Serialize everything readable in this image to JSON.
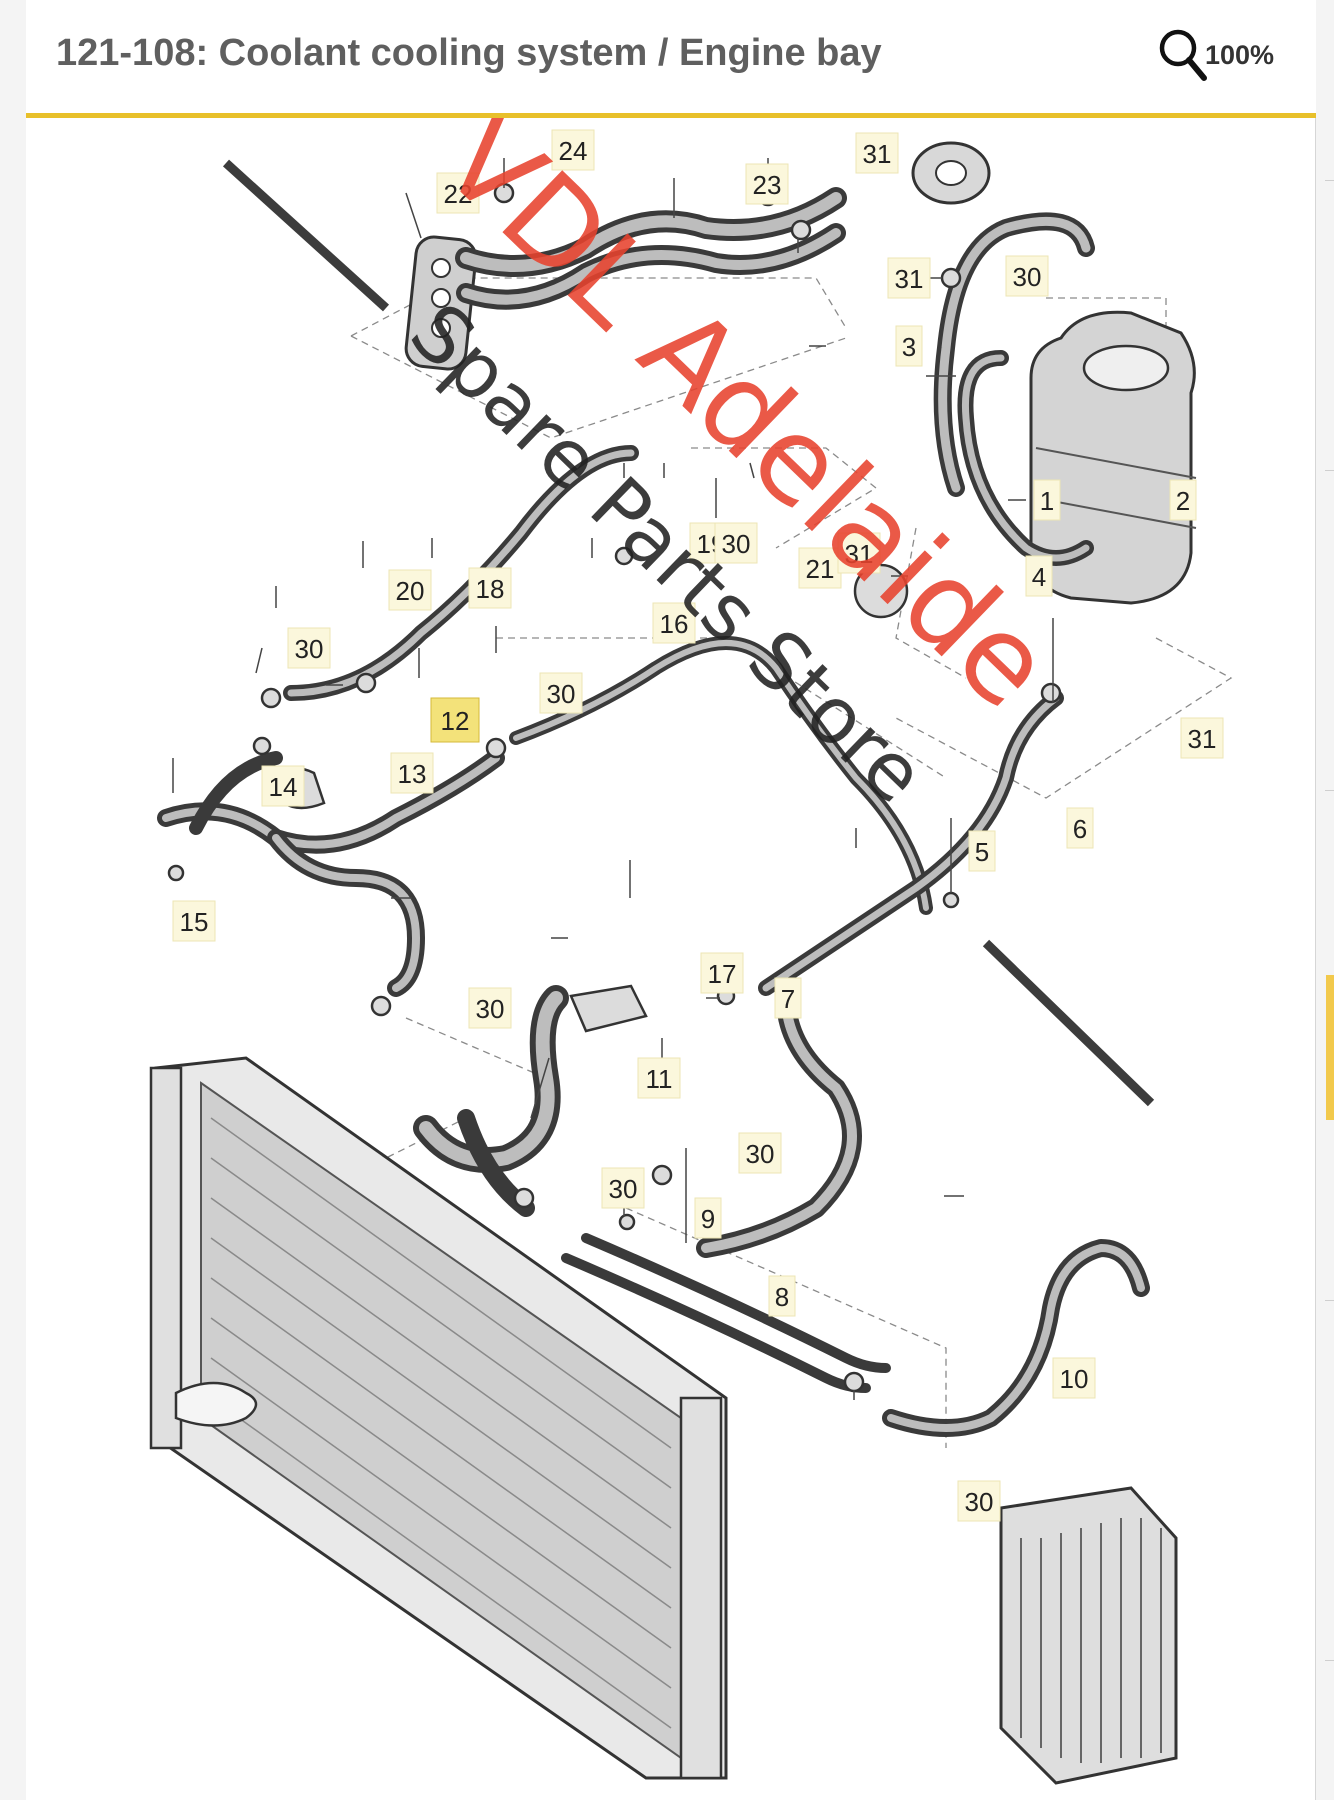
{
  "header": {
    "title": "121-108: Coolant cooling system / Engine bay",
    "zoom_label": "100%"
  },
  "callouts": {
    "c1": "1",
    "c2": "2",
    "c3": "3",
    "c4": "4",
    "c5": "5",
    "c6": "6",
    "c7": "7",
    "c8": "8",
    "c9": "9",
    "c10": "10",
    "c11": "11",
    "c12": "12",
    "c13": "13",
    "c14": "14",
    "c15": "15",
    "c16": "16",
    "c17": "17",
    "c18": "18",
    "c19": "19",
    "c20": "20",
    "c21": "21",
    "c22": "22",
    "c23": "23",
    "c24": "24",
    "c30a": "30",
    "c30b": "30",
    "c30c": "30",
    "c30d": "30",
    "c30e": "30",
    "c30f": "30",
    "c30g": "30",
    "c30h": "30",
    "c31a": "31",
    "c31b": "31",
    "c31c": "31",
    "c31d": "31"
  },
  "highlighted_callout": "12",
  "watermark": {
    "line1": "VDL Adelaide",
    "line2": "Spare Parts Store",
    "color_primary": "#e8432e",
    "color_secondary": "#222222"
  },
  "colors": {
    "accent_rule": "#e8c02a",
    "title_text": "#5f5f5f",
    "callout_fill": "#fbf7dc",
    "callout_highlight": "#f3e27a"
  },
  "icons": {
    "zoom": "magnifier-icon"
  }
}
